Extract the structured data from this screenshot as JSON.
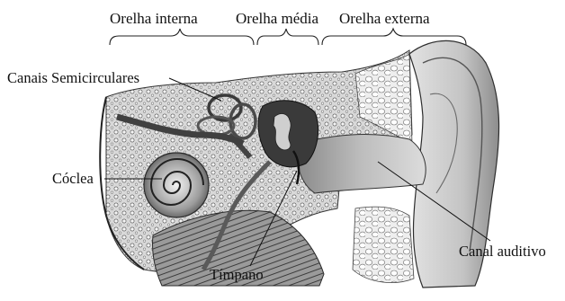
{
  "sections": {
    "inner_ear": "Orelha interna",
    "middle_ear": "Orelha média",
    "outer_ear": "Orelha externa"
  },
  "parts": {
    "semicircular_canals": "Canais Semicirculares",
    "cochlea": "Cóclea",
    "eardrum": "Tímpano",
    "ear_canal": "Canal auditivo"
  }
}
